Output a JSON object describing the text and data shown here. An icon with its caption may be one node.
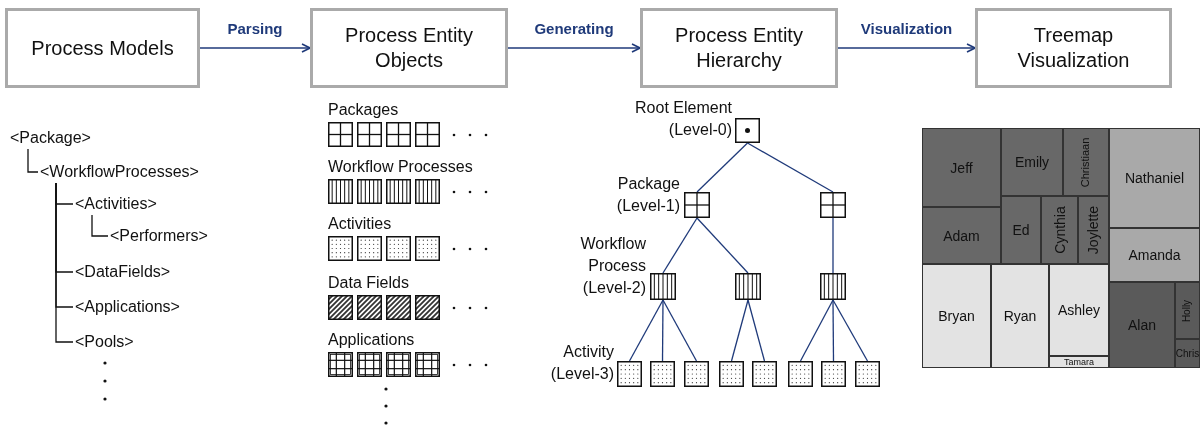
{
  "diagram": {
    "nodes": [
      {
        "text": [
          "Process Models"
        ]
      },
      {
        "text": [
          "Process Entity Objects"
        ]
      },
      {
        "text": [
          "Process Entity Hierarchy"
        ]
      },
      {
        "text": [
          "Treemap Visualization"
        ]
      },
      {
        "text": [
          "<Package>"
        ]
      },
      {
        "text": [
          "<WorkflowProcesses>"
        ]
      },
      {
        "text": [
          "<Activities>"
        ]
      },
      {
        "text": [
          "<Performers>"
        ]
      },
      {
        "text": [
          "<DataFields>"
        ]
      },
      {
        "text": [
          "<Applications>"
        ]
      },
      {
        "text": [
          "<Pools>"
        ]
      },
      {
        "text": [],
        "shape": "box",
        "beside": [
          "Root Element (Level-0)"
        ]
      },
      {
        "text": [],
        "shape": "box",
        "beside": [
          "Package (Level-1)"
        ]
      },
      {
        "text": [],
        "shape": "box"
      },
      {
        "text": [],
        "shape": "box",
        "beside": [
          "Workflow Process (Level-2)"
        ]
      },
      {
        "text": [],
        "shape": "box"
      },
      {
        "text": [],
        "shape": "box"
      },
      {
        "text": [],
        "shape": "box",
        "beside": [
          "Activity (Level-3)"
        ]
      },
      {
        "text": [],
        "shape": "box"
      },
      {
        "text": [],
        "shape": "box"
      },
      {
        "text": [],
        "shape": "box"
      },
      {
        "text": [],
        "shape": "box"
      },
      {
        "text": [],
        "shape": "box"
      },
      {
        "text": [],
        "shape": "box"
      },
      {
        "text": [],
        "shape": "box"
      },
      {
        "text": [],
        "shape": "box"
      },
      {
        "text": [],
        "shape": "box"
      },
      {
        "text": [],
        "shape": "box"
      },
      {
        "text": [],
        "shape": "box"
      },
      {
        "text": [],
        "shape": "box"
      },
      {
        "text": [],
        "shape": "box"
      },
      {
        "text": [],
        "shape": "box"
      },
      {
        "text": [],
        "shape": "box"
      },
      {
        "text": [],
        "shape": "box"
      },
      {
        "text": [],
        "shape": "box"
      },
      {
        "text": [],
        "shape": "box"
      },
      {
        "text": [],
        "shape": "box"
      },
      {
        "text": [],
        "shape": "box"
      },
      {
        "text": [],
        "shape": "box"
      },
      {
        "text": [],
        "shape": "box"
      },
      {
        "text": [],
        "shape": "box"
      },
      {
        "text": [],
        "shape": "box"
      },
      {
        "text": [],
        "shape": "box"
      },
      {
        "text": [],
        "shape": "box"
      },
      {
        "text": [],
        "shape": "box"
      }
    ],
    "edges": [
      {
        "from": 0,
        "to": 1,
        "arrow": "to",
        "label": "Parsing"
      },
      {
        "from": 1,
        "to": 2,
        "arrow": "to",
        "label": "Generating"
      },
      {
        "from": 2,
        "to": 3,
        "arrow": "to",
        "label": "Visualization"
      },
      {
        "from": 4,
        "to": 5,
        "arrow": "none",
        "color": "#111111"
      },
      {
        "from": 5,
        "to": 6,
        "arrow": "none",
        "color": "#111111"
      },
      {
        "from": 6,
        "to": 7,
        "arrow": "none",
        "color": "#111111"
      },
      {
        "from": 5,
        "to": 8,
        "arrow": "none",
        "color": "#111111"
      },
      {
        "from": 5,
        "to": 9,
        "arrow": "none",
        "color": "#111111"
      },
      {
        "from": 5,
        "to": 10,
        "arrow": "none",
        "color": "#111111"
      },
      {
        "from": 11,
        "to": 12,
        "arrow": "none"
      },
      {
        "from": 11,
        "to": 13,
        "arrow": "none"
      },
      {
        "from": 12,
        "to": 14,
        "arrow": "none"
      },
      {
        "from": 12,
        "to": 15,
        "arrow": "none"
      },
      {
        "from": 13,
        "to": 16,
        "arrow": "none"
      },
      {
        "from": 14,
        "to": 17,
        "arrow": "none"
      },
      {
        "from": 14,
        "to": 18,
        "arrow": "none"
      },
      {
        "from": 14,
        "to": 19,
        "arrow": "none"
      },
      {
        "from": 15,
        "to": 20,
        "arrow": "none"
      },
      {
        "from": 15,
        "to": 21,
        "arrow": "none"
      },
      {
        "from": 16,
        "to": 22,
        "arrow": "none"
      },
      {
        "from": 16,
        "to": 23,
        "arrow": "none"
      },
      {
        "from": 16,
        "to": 24,
        "arrow": "none"
      }
    ],
    "labels": [
      "Packages",
      "Workflow Processes",
      "Activities",
      "Data Fields",
      "Applications",
      "Jeff",
      "Emily",
      "Christiaan",
      "Nathaniel",
      "Adam",
      "Ed",
      "Cynthia",
      "Joylette",
      "Amanda",
      "Bryan",
      "Ryan",
      "Ashley",
      "Alan",
      "Holly",
      "Chris",
      "Tamara"
    ]
  }
}
